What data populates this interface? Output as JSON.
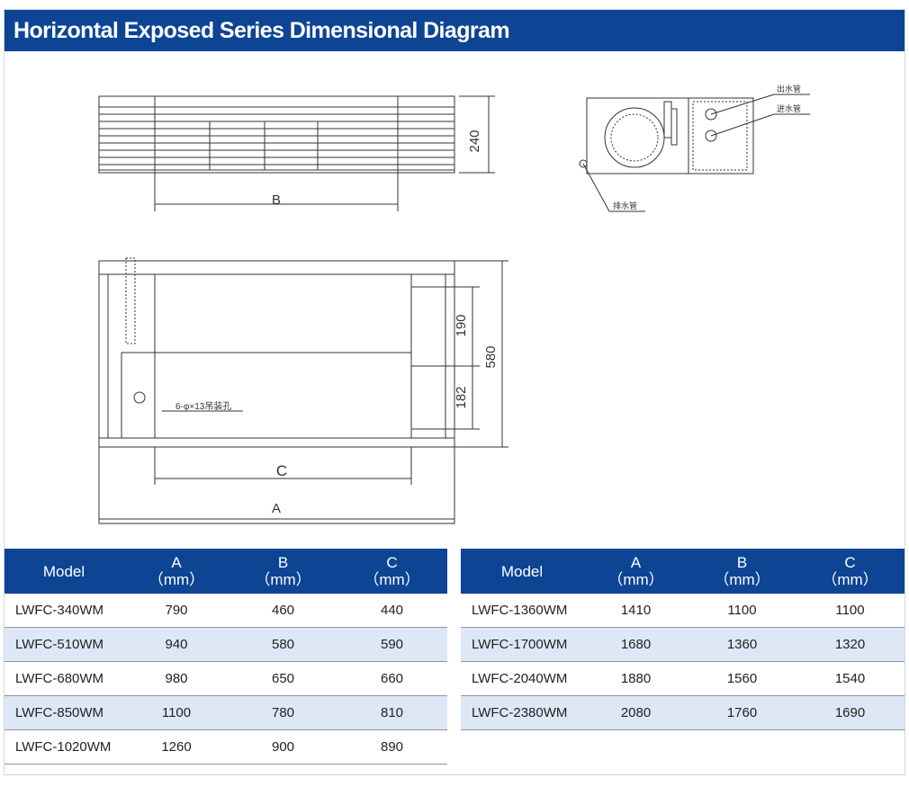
{
  "title": "Horizontal Exposed Series Dimensional Diagram",
  "diagram": {
    "dim_labels": {
      "height_240": "240",
      "b": "B",
      "c": "C",
      "a": "A",
      "d190": "190",
      "d182": "182",
      "d580": "580",
      "holes": "6-φ×13吊装孔"
    },
    "side_labels": {
      "outlet": "出水管",
      "inlet": "进水管",
      "drain": "排水管"
    }
  },
  "table_headers": {
    "model": "Model",
    "a": "A",
    "b": "B",
    "c": "C",
    "unit": "（mm）"
  },
  "table_left": [
    {
      "model": "LWFC-340WM",
      "a": "790",
      "b": "460",
      "c": "440"
    },
    {
      "model": "LWFC-510WM",
      "a": "940",
      "b": "580",
      "c": "590"
    },
    {
      "model": "LWFC-680WM",
      "a": "980",
      "b": "650",
      "c": "660"
    },
    {
      "model": "LWFC-850WM",
      "a": "1100",
      "b": "780",
      "c": "810"
    },
    {
      "model": "LWFC-1020WM",
      "a": "1260",
      "b": "900",
      "c": "890"
    }
  ],
  "table_right": [
    {
      "model": "LWFC-1360WM",
      "a": "1410",
      "b": "1100",
      "c": "1100"
    },
    {
      "model": "LWFC-1700WM",
      "a": "1680",
      "b": "1360",
      "c": "1320"
    },
    {
      "model": "LWFC-2040WM",
      "a": "1880",
      "b": "1560",
      "c": "1540"
    },
    {
      "model": "LWFC-2380WM",
      "a": "2080",
      "b": "1760",
      "c": "1690"
    }
  ],
  "colors": {
    "header_blue": "#0d4494",
    "row_alt": "#dde7f5"
  }
}
